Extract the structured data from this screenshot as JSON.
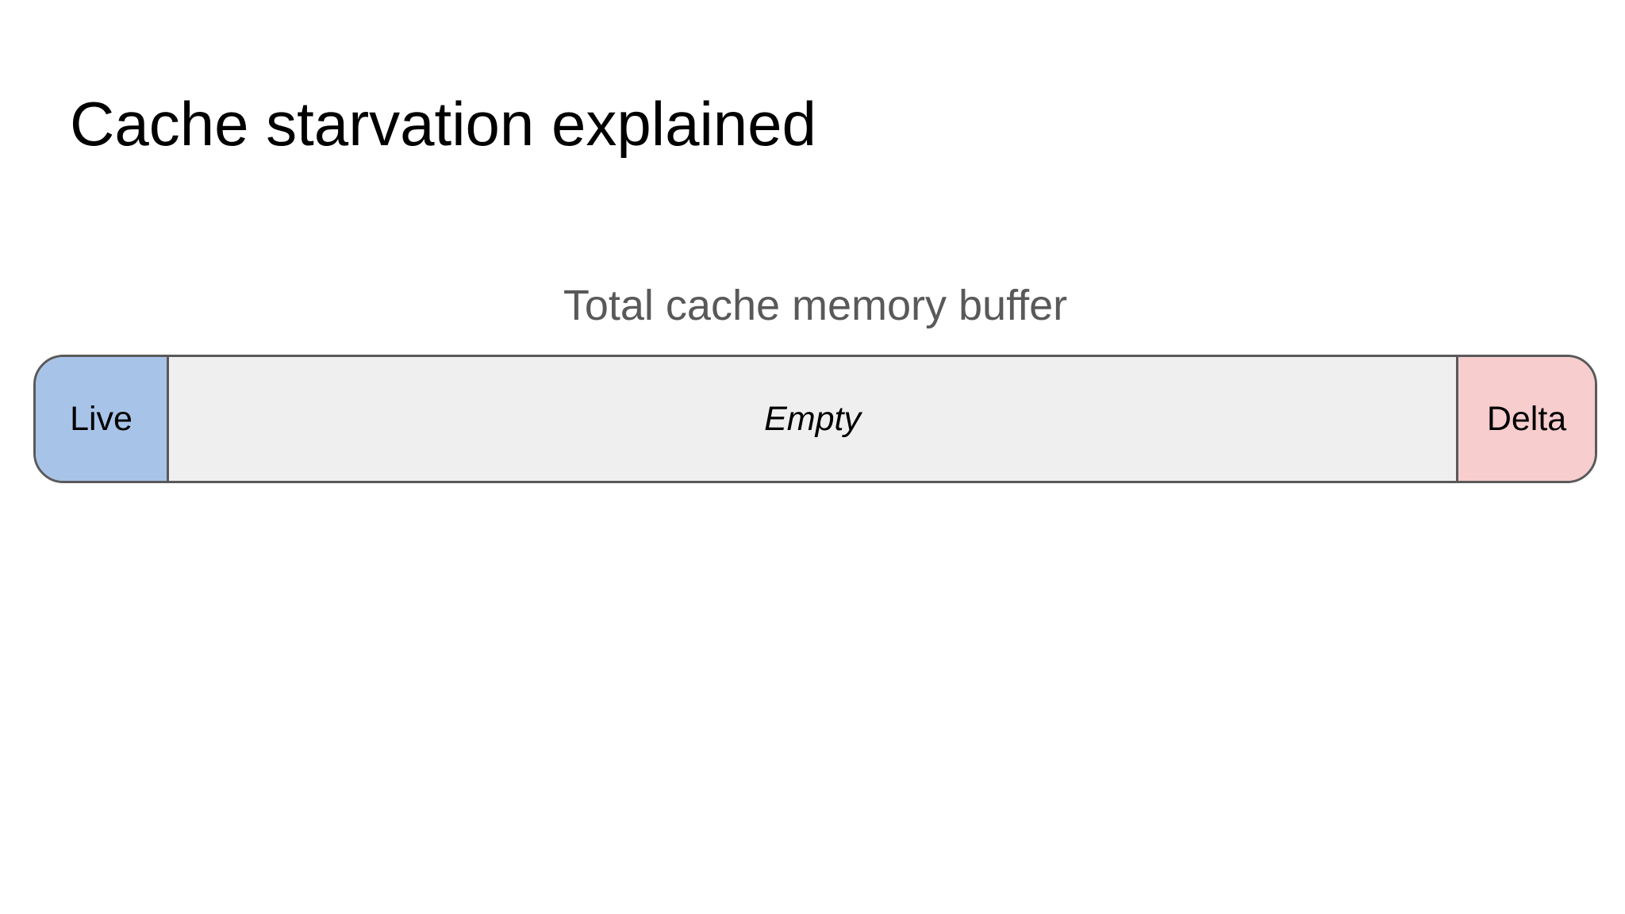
{
  "slide": {
    "title": "Cache starvation explained",
    "title_color": "#000000",
    "background_color": "#ffffff"
  },
  "diagram": {
    "caption": "Total cache memory buffer",
    "caption_color": "#595959",
    "bar_border_color": "#595959",
    "segments": [
      {
        "label": "Live",
        "color": "#a8c3e8",
        "width": "8.4%",
        "font_style": "normal"
      },
      {
        "label": "Empty",
        "color": "#efefef",
        "width": "82.7%",
        "font_style": "italic"
      },
      {
        "label": "Delta",
        "color": "#f8cdce",
        "width": "8.9%",
        "font_style": "normal"
      }
    ]
  }
}
